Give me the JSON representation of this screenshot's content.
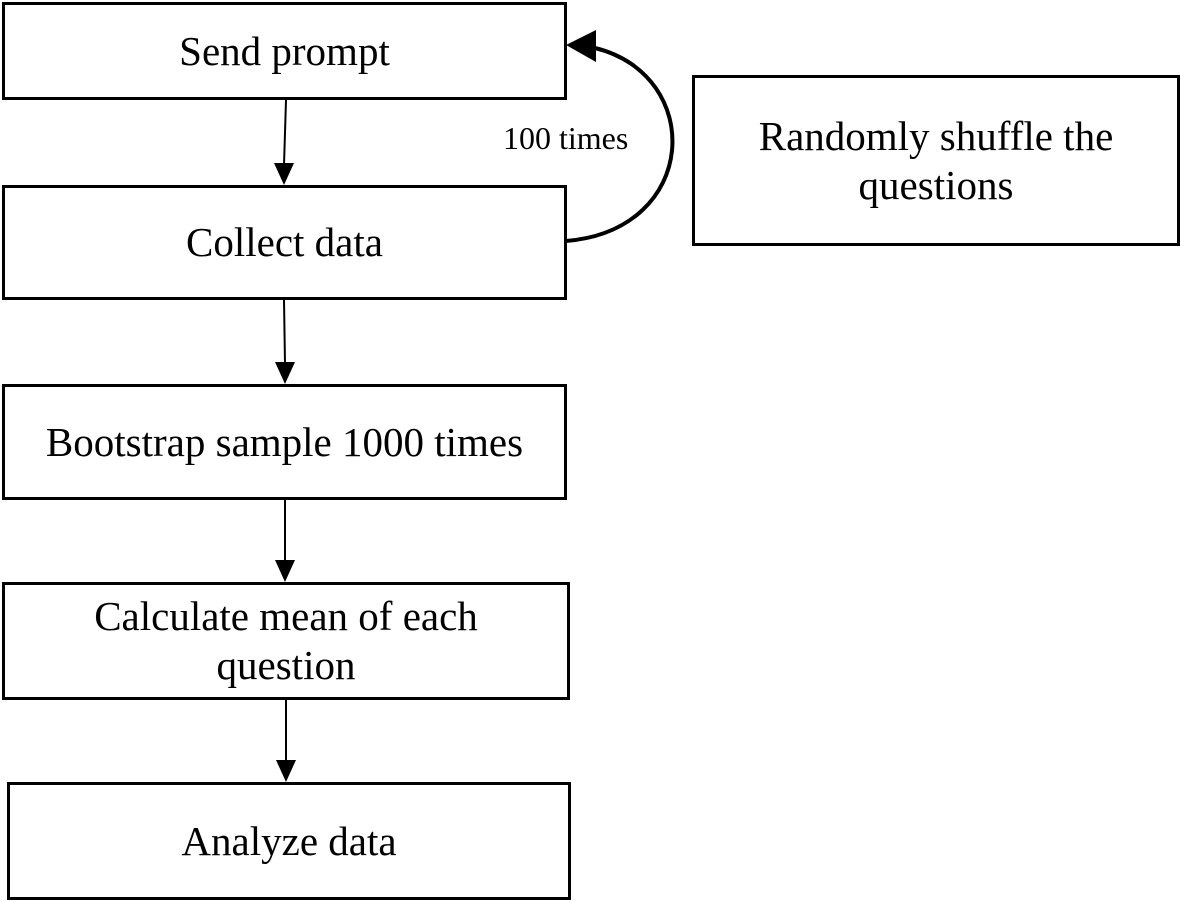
{
  "diagram": {
    "steps": [
      {
        "id": "send-prompt",
        "label": "Send prompt"
      },
      {
        "id": "collect-data",
        "label": "Collect data"
      },
      {
        "id": "bootstrap",
        "label": "Bootstrap sample 1000 times"
      },
      {
        "id": "calculate-mean",
        "label": "Calculate mean of each question"
      },
      {
        "id": "analyze-data",
        "label": "Analyze data"
      }
    ],
    "side_note": {
      "label": "Randomly shuffle the questions"
    },
    "loop": {
      "label": "100 times"
    },
    "colors": {
      "stroke": "#000000",
      "background": "#ffffff"
    }
  }
}
